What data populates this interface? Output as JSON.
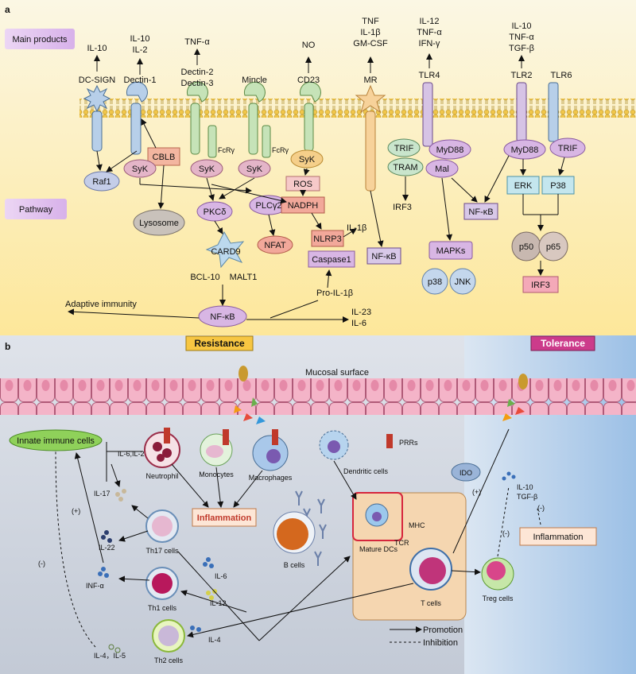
{
  "panel_a": {
    "letter": "a",
    "main_products_label": "Main products",
    "pathway_label": "Pathway",
    "receptors": {
      "dc_sign": "DC-SIGN",
      "dectin1": "Dectin-1",
      "dectin23_line1": "Dectin-2",
      "dectin23_line2": "Dectin-3",
      "mincle": "Mincle",
      "cd23": "CD23",
      "mr": "MR",
      "tlr4": "TLR4",
      "tlr2": "TLR2",
      "tlr6": "TLR6"
    },
    "products": {
      "dc_sign": "IL-10",
      "dectin1_l1": "IL-10",
      "dectin1_l2": "IL-2",
      "dectin23": "TNF-α",
      "cd23": "NO",
      "mr_l1": "TNF",
      "mr_l2": "IL-1β",
      "mr_l3": "GM-CSF",
      "tlr4_l1": "IL-12",
      "tlr4_l2": "TNF-α",
      "tlr4_l3": "IFN-γ",
      "tlr2_l1": "IL-10",
      "tlr2_l2": "TNF-α",
      "tlr2_l3": "TGF-β"
    },
    "nodes": {
      "raf1": "Raf1",
      "cblb": "CBLB",
      "syk": "SyK",
      "fcrg": "FcRγ",
      "lysosome": "Lysosome",
      "pkcd": "PKCδ",
      "plcg2": "PLCγ2",
      "nfat": "NFAT",
      "card9": "CARD9",
      "bcl10": "BCL-10",
      "malt1": "MALT1",
      "nfkb": "NF-κB",
      "ros": "ROS",
      "nadph": "NADPH",
      "il1b": "IL-1β",
      "nlrp3": "NLRP3",
      "caspase1": "Caspase1",
      "pro_il1b": "Pro-IL-1β",
      "adaptive": "Adaptive immunity",
      "il23": "IL-23",
      "il6": "IL-6",
      "trif": "TRIF",
      "tram": "TRAM",
      "irf3": "IRF3",
      "myd88": "MyD88",
      "mal": "Mal",
      "mapks": "MAPKs",
      "p38": "p38",
      "jnk": "JNK",
      "erk": "ERK",
      "p38b": "P38",
      "p50": "p50",
      "p65": "p65"
    }
  },
  "panel_b": {
    "letter": "b",
    "resistance": "Resistance",
    "tolerance": "Tolerance",
    "mucosal_surface": "Mucosal surface",
    "innate_immune_cells": "Innate immune cells",
    "il6_il23": "IL-6,IL-23",
    "neutrophil": "Neutrophil",
    "monocytes": "Monocytes",
    "macrophages": "Macrophages",
    "dendritic_cells": "Dendritic cells",
    "prrs": "PRRs",
    "ido": "IDO",
    "plus": "(+)",
    "minus": "(-)",
    "il10": "IL-10",
    "tgfb": "TGF-β",
    "il17": "IL-17",
    "inflammation": "Inflammation",
    "il22": "IL-22",
    "th17": "Th17 cells",
    "il6": "IL-6",
    "mhc": "MHC",
    "tcr": "TCR",
    "mature_dcs": "Mature DCs",
    "b_cells": "B cells",
    "t_cells": "T cells",
    "treg": "Treg cells",
    "inf_a": "INF-α",
    "th1": "Th1 cells",
    "il12": "IL-12",
    "il4": "IL-4",
    "il4_il5": "IL-4，IL-5",
    "th2": "Th2 cells",
    "promotion": "Promotion",
    "inhibition": "Inhibition"
  }
}
